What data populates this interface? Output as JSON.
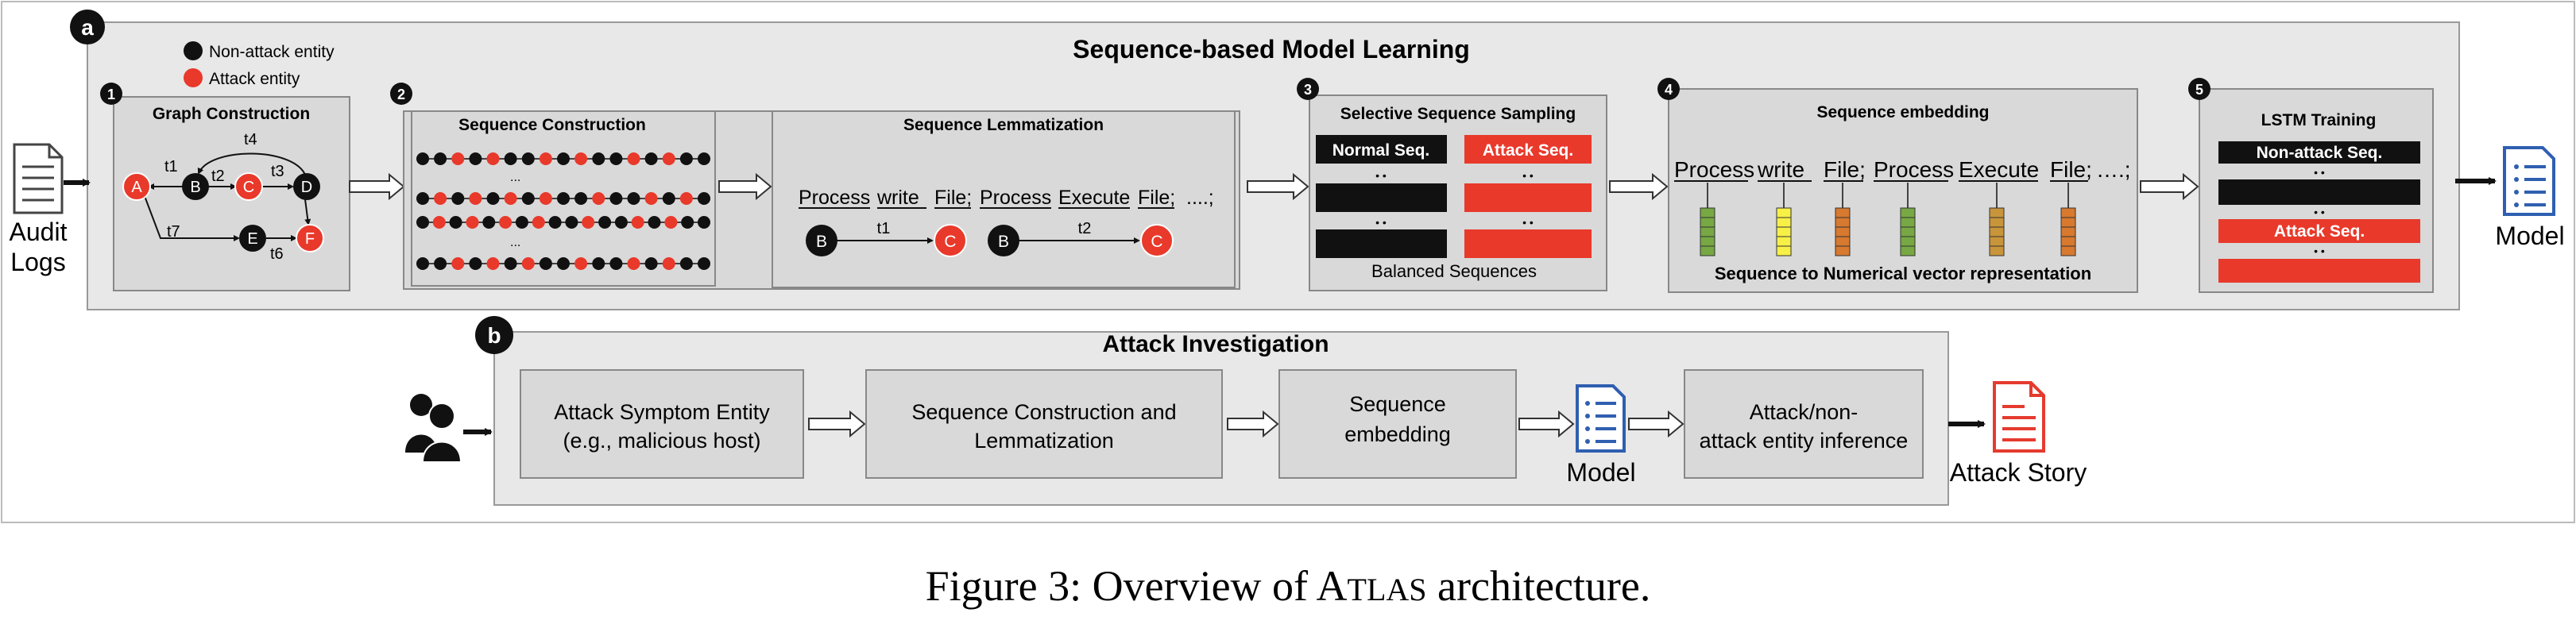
{
  "colors": {
    "panel_fill": "#e8e8e8",
    "box_fill": "#d9d9d9",
    "attack": "#e8392b",
    "non_attack": "#111111",
    "badge": "#111111",
    "doc_blue": "#2f5fb0",
    "doc_red": "#e53b2f",
    "emb_green": "#77a843",
    "emb_yellow": "#f7f047",
    "emb_orange": "#d7792f",
    "emb_ochre": "#c9953a"
  },
  "panel_a": {
    "badge": "a",
    "title": "Sequence-based Model Learning",
    "legend": {
      "non_attack": "Non-attack entity",
      "attack": "Attack entity"
    },
    "input_label_line1": "Audit",
    "input_label_line2": "Logs",
    "output_label": "Model",
    "step1": {
      "badge": "1",
      "title": "Graph Construction",
      "nodes": [
        "A",
        "B",
        "C",
        "D",
        "E",
        "F"
      ],
      "edges": [
        "t1",
        "t2",
        "t3",
        "t4",
        "t6",
        "t7"
      ]
    },
    "step2": {
      "badge": "2",
      "title": "Sequence Construction",
      "ellipsis": "..."
    },
    "lemmatization": {
      "title": "Sequence Lemmatization",
      "words": [
        "Process",
        "write",
        "File;",
        "Process",
        "Execute",
        "File;",
        "....;"
      ],
      "example1": {
        "src": "B",
        "edge": "t1",
        "dst": "C"
      },
      "example2": {
        "src": "B",
        "edge": "t2",
        "dst": "C"
      }
    },
    "step3": {
      "badge": "3",
      "title": "Selective Sequence Sampling",
      "normal_label": "Normal Seq.",
      "attack_label": "Attack Seq.",
      "dots": "• •",
      "caption": "Balanced Sequences"
    },
    "step4": {
      "badge": "4",
      "title": "Sequence embedding",
      "words": [
        "Process",
        "write",
        "File;",
        "Process",
        "Execute",
        "File;",
        "….;"
      ],
      "caption": "Sequence to Numerical vector representation"
    },
    "step5": {
      "badge": "5",
      "title": "LSTM Training",
      "non_attack_label": "Non-attack Seq.",
      "attack_label": "Attack Seq.",
      "dots": "• •"
    }
  },
  "panel_b": {
    "badge": "b",
    "title": "Attack Investigation",
    "box1_line1": "Attack Symptom Entity",
    "box1_line2": "(e.g., malicious host)",
    "box2_line1": "Sequence Construction and",
    "box2_line2": "Lemmatization",
    "box3_line1": "Sequence",
    "box3_line2": "embedding",
    "model_label": "Model",
    "box4_line1": "Attack/non-",
    "box4_line2": "attack entity inference",
    "output_label": "Attack Story"
  },
  "caption": {
    "prefix": "Figure 3: Overview of ",
    "name_initial": "A",
    "name_rest": "TLAS",
    "suffix": " architecture."
  }
}
